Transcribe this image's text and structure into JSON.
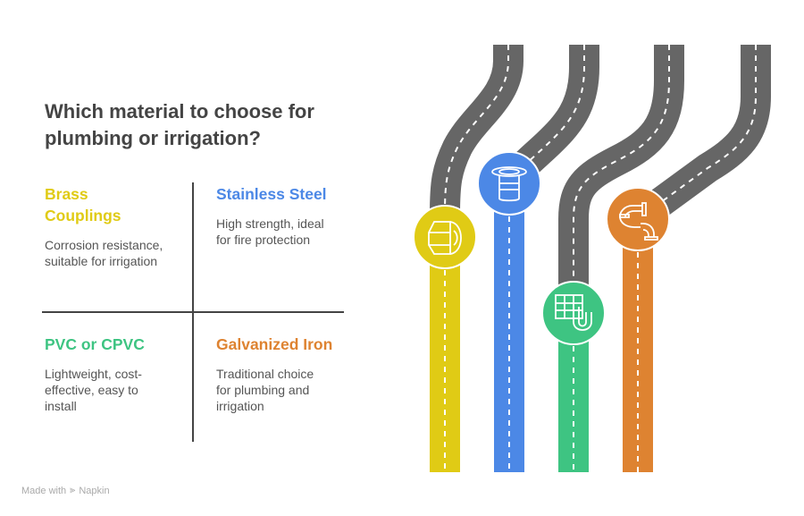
{
  "title": "Which material to choose for plumbing or irrigation?",
  "quadrants": [
    {
      "heading": "Brass Couplings",
      "body": "Corrosion resistance, suitable for irrigation",
      "color": "#E0CB15",
      "icon": "pipe-coupling-icon"
    },
    {
      "heading": "Stainless Steel",
      "body": "High strength, ideal for fire protection",
      "color": "#4C88E6",
      "icon": "pipe-flange-icon"
    },
    {
      "heading": "PVC or CPVC",
      "body": "Lightweight, cost-effective, easy to install",
      "color": "#3EC482",
      "icon": "pvc-pipe-grid-icon"
    },
    {
      "heading": "Galvanized Iron",
      "body": "Traditional choice for plumbing and irrigation",
      "color": "#DE8331",
      "icon": "elbow-pipe-icon"
    }
  ],
  "road_color": "#666666",
  "footer": {
    "made_with": "Made with",
    "brand": "Napkin"
  }
}
